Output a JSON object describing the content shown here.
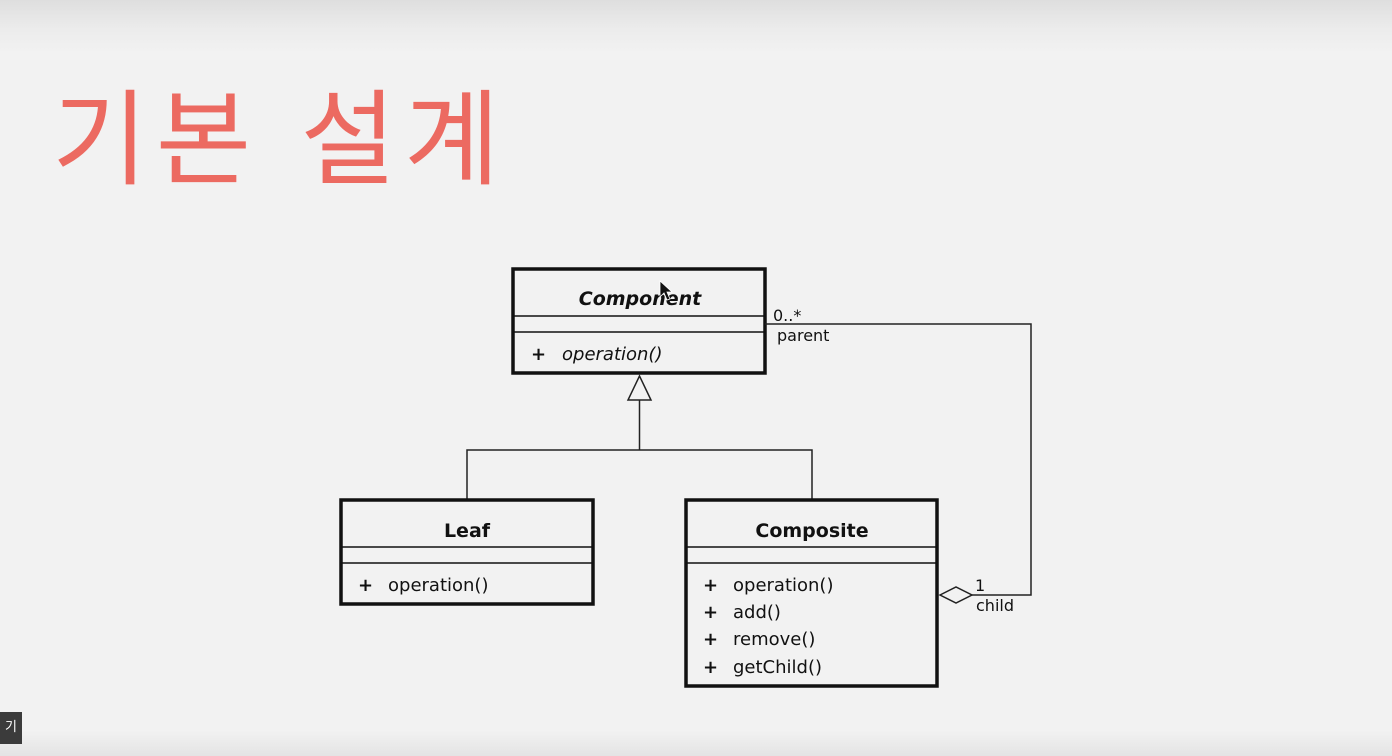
{
  "slide": {
    "title": "기본 설계",
    "corner_text": "",
    "bottom_badge": "기",
    "title_color": "#ec6a61"
  },
  "diagram": {
    "classes": [
      {
        "name": "Component",
        "abstract": true,
        "operations": [
          {
            "visibility": "+",
            "name": "operation()",
            "abstract": true
          }
        ]
      },
      {
        "name": "Leaf",
        "abstract": false,
        "operations": [
          {
            "visibility": "+",
            "name": "operation()",
            "abstract": false
          }
        ]
      },
      {
        "name": "Composite",
        "abstract": false,
        "operations": [
          {
            "visibility": "+",
            "name": "operation()",
            "abstract": false
          },
          {
            "visibility": "+",
            "name": "add()",
            "abstract": false
          },
          {
            "visibility": "+",
            "name": "remove()",
            "abstract": false
          },
          {
            "visibility": "+",
            "name": "getChild()",
            "abstract": false
          }
        ]
      }
    ],
    "association": {
      "component_end": {
        "multiplicity": "0..*",
        "role": "parent"
      },
      "composite_end": {
        "multiplicity": "1",
        "role": "child"
      }
    }
  }
}
